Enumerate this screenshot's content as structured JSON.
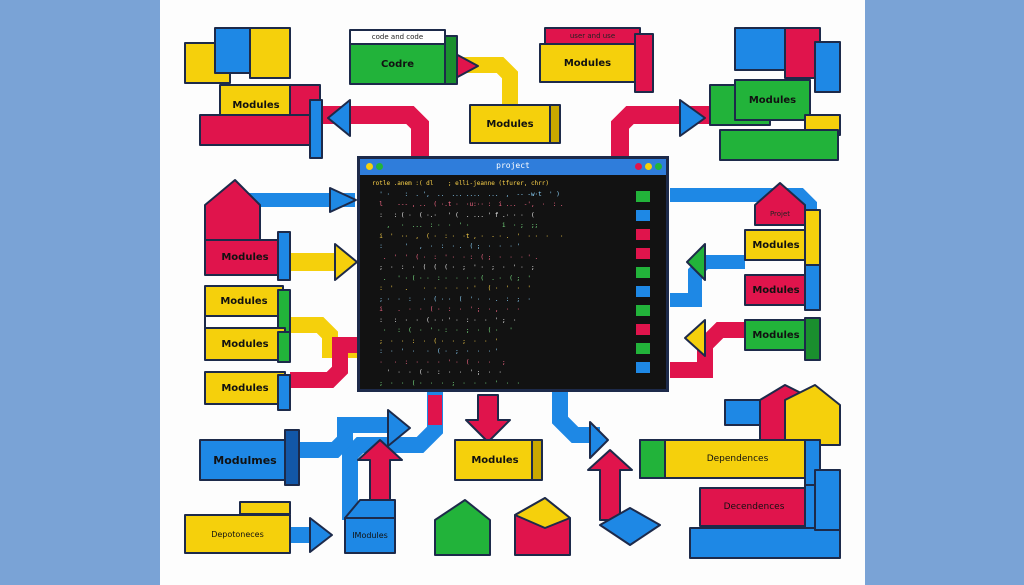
{
  "editor": {
    "title": "project",
    "lines": [
      "rotle .anem :( dl    ; elli-jeanne (tfurer, chrr)",
      "  ' ·    :  . ',  ..  ... ....  ...  ,  -- -w·t  ' )",
      "  l    --- , ..  ( ·.t ·  ·u:·· :  i ...  -',  ·  : .",
      "  :   : ( ·  ( ·.·   ' (  . ... ' f .· · ·  (   ",
      "    ,   ·  ...  : ·  ·  ' ·         i  · ;  ;;   ",
      "  i  '  ··  ,  ( ·  : ·  ·t , ·  - · .  '  · ·  ·   ·",
      "  :      '   ,  ·  :  · .  ( ;  ·  ·  · '",
      "   .  '  '  ( ·  :  ' ·  · :  ( ;  ·  ·  · ' .",
      "  ;  ·  :  ·  (  (  ( ·  ;  ' ·  ;  ·  ' ·  ;",
      "   .   ' · ( · ·  : ·  ·  · · (  . ·  ( ;  ' ",
      "  :  '   .    ·  ·  ·  ·  · '   ( ·  '  ·  '",
      "  ; ·  ·  :   ·  ( · ·  (  ' ·  · .  :  ;  ·",
      "  i    .  ·  ·  ( ·  :  ·  ' ;  · ,  ·  ·",
      "  :   :  ·  ·  ( · · ' ·  : ·  ·  ' ;  ·  ",
      "   ·   :  (  ·  ' · :  ·  ;  ·  ( ·   '",
      "  ;  ·  ·  :  ·  ( ·  ·  ;  ·  ·  '  ",
      "  :  ·  '  ·   ·  ( ·  ;  ·  ·  · '",
      "  ·   ·  :  ·  ·  ·  ' ·  (  ·  ·   ;",
      "    '  ·  ·  ( ·  :  ·  ·  ' ;  ·  ·",
      "  ;  ·  ·  ( ·  ·  ·  ;  ·  ·  ·  '  ·  ·  "
    ],
    "side_colors": [
      "#22b33a",
      "#1e88e5",
      "#e0144c",
      "#e0144c",
      "#22b33a",
      "#1e88e5",
      "#22b33a",
      "#e0144c",
      "#22b33a",
      "#1e88e5"
    ]
  },
  "boxes": {
    "top_left": "Modules",
    "top_center_small_caption": "code and code",
    "top_center_code": "Codre",
    "top_right_small_caption": "user and use",
    "top_right_modules": "Modules",
    "center_top": "Modules",
    "right_top": "Modules",
    "left_1": "Modules",
    "left_2": "Modules",
    "left_3": "Modules",
    "left_4": "Modules",
    "right_project_caption": "Projet",
    "right_1": "Modules",
    "right_2": "Modules",
    "right_3": "Modules",
    "bottom_left_big": "Modulmes",
    "bottom_center": "Modules",
    "bottom_right_dep": "Dependences",
    "bottom_right_dec": "Decendences",
    "bottom_left_dep": "Depotoneces",
    "bottom_small": "IModules"
  },
  "colors": {
    "yellow": "#f5d00c",
    "red": "#e0144c",
    "blue": "#1e88e5",
    "green": "#22b33a",
    "navy": "#1d2a4a",
    "frame": "#7aa3d6"
  }
}
